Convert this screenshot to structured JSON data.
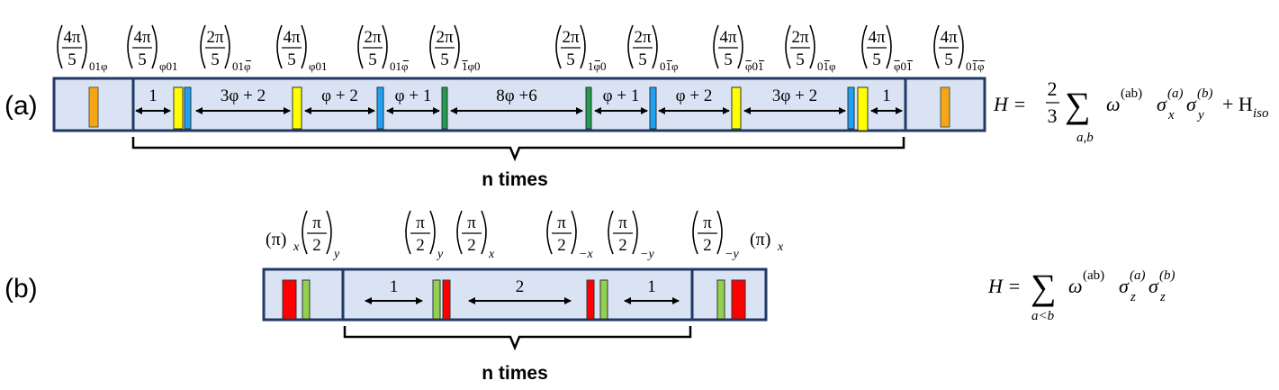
{
  "panel_a": {
    "label": "(a)",
    "pulse_labels": [
      {
        "num": "4π",
        "den": "5",
        "sub": "01φ",
        "sub_bar": [
          false,
          false,
          false
        ]
      },
      {
        "num": "4π",
        "den": "5",
        "sub": "φ01",
        "sub_bar": [
          false,
          false,
          false
        ]
      },
      {
        "num": "2π",
        "den": "5",
        "sub": "01φ",
        "sub_bar": [
          false,
          false,
          true
        ]
      },
      {
        "num": "4π",
        "den": "5",
        "sub": "φ01",
        "sub_bar": [
          false,
          false,
          false
        ]
      },
      {
        "num": "2π",
        "den": "5",
        "sub": "01φ",
        "sub_bar": [
          false,
          false,
          true
        ]
      },
      {
        "num": "2π",
        "den": "5",
        "sub": "1φ0",
        "sub_bar": [
          true,
          false,
          false
        ]
      },
      {
        "num": "2π",
        "den": "5",
        "sub": "1φ0",
        "sub_bar": [
          false,
          true,
          false
        ]
      },
      {
        "num": "2π",
        "den": "5",
        "sub": "01φ",
        "sub_bar": [
          false,
          true,
          false
        ]
      },
      {
        "num": "4π",
        "den": "5",
        "sub": "φ01",
        "sub_bar": [
          true,
          false,
          true
        ]
      },
      {
        "num": "2π",
        "den": "5",
        "sub": "01φ",
        "sub_bar": [
          false,
          true,
          false
        ]
      },
      {
        "num": "4π",
        "den": "5",
        "sub": "φ01",
        "sub_bar": [
          true,
          false,
          true
        ]
      },
      {
        "num": "4π",
        "den": "5",
        "sub": "01φ",
        "sub_bar": [
          false,
          true,
          true
        ]
      }
    ],
    "intervals": [
      "1",
      "3φ + 2",
      "φ + 2",
      "φ + 1",
      "8φ +6",
      "φ + 1",
      "φ + 2",
      "3φ + 2",
      "1"
    ],
    "brace_label": "n times",
    "hamiltonian": {
      "lead": "H =",
      "frac_num": "2",
      "frac_den": "3",
      "sum_sub": "a,b",
      "omega": "ω",
      "omega_sup": "(ab)",
      "sigma": "σ",
      "s1_sub": "x",
      "s1_sup": "(a)",
      "s2_sub": "y",
      "s2_sup": "(b)",
      "plus": "+ H",
      "h_sub": "iso"
    }
  },
  "panel_b": {
    "label": "(b)",
    "pulse_labels": [
      {
        "kind": "pi",
        "text": "(π)",
        "sub": "x"
      },
      {
        "kind": "frac",
        "num": "π",
        "den": "2",
        "sub": "y"
      },
      {
        "kind": "frac",
        "num": "π",
        "den": "2",
        "sub": "y"
      },
      {
        "kind": "frac",
        "num": "π",
        "den": "2",
        "sub": "x"
      },
      {
        "kind": "frac",
        "num": "π",
        "den": "2",
        "sub": "−x"
      },
      {
        "kind": "frac",
        "num": "π",
        "den": "2",
        "sub": "−y"
      },
      {
        "kind": "frac",
        "num": "π",
        "den": "2",
        "sub": "−y"
      },
      {
        "kind": "pi",
        "text": "(π)",
        "sub": "x"
      }
    ],
    "intervals": [
      "1",
      "2",
      "1"
    ],
    "brace_label": "n times",
    "hamiltonian": {
      "lead": "H =",
      "sum_sub": "a<b",
      "omega": "ω",
      "omega_sup": "(ab)",
      "sigma": "σ",
      "s1_sub": "z",
      "s1_sup": "(a)",
      "s2_sub": "z",
      "s2_sup": "(b)"
    }
  },
  "colors": {
    "panel_fill": "#dae3f3",
    "panel_border": "#1f3864",
    "pulse_orange": "#f4a712",
    "pulse_yellow": "#ffff00",
    "pulse_blue": "#1da1f2",
    "pulse_green_dark": "#1e9e52",
    "pulse_red": "#ff0000",
    "pulse_green_light": "#92d050"
  }
}
